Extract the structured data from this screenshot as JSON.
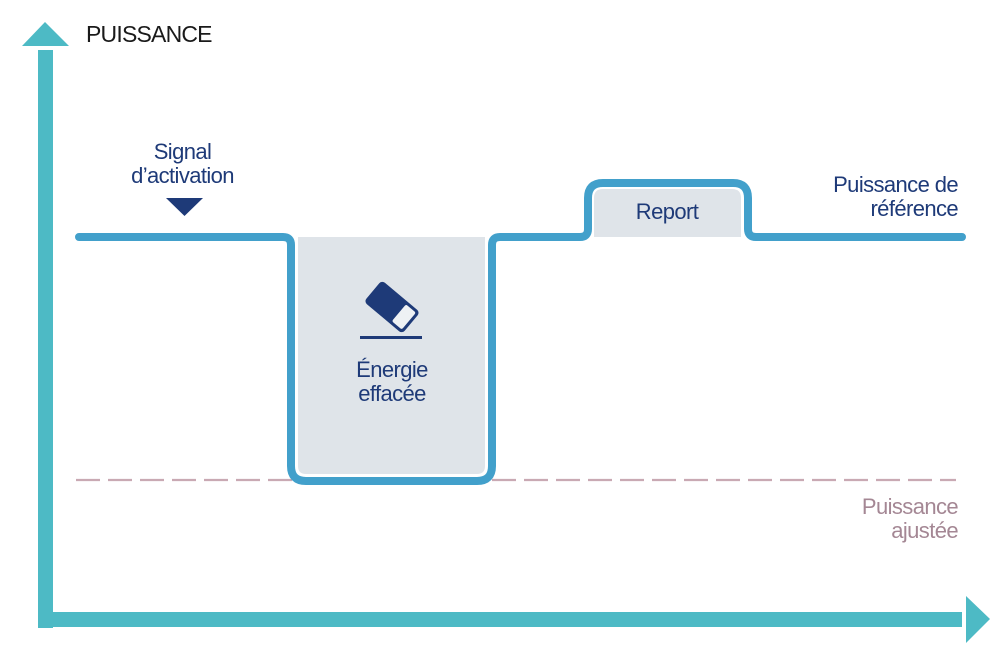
{
  "diagram": {
    "y_axis_label": "PUISSANCE",
    "signal_label_line1": "Signal",
    "signal_label_line2": "d’activation",
    "reference_label_line1": "Puissance de",
    "reference_label_line2": "référence",
    "adjusted_label_line1": "Puissance",
    "adjusted_label_line2": "ajustée",
    "report_label": "Report",
    "erased_energy_line1": "Énergie",
    "erased_energy_line2": "effacée",
    "icons": {
      "signal_marker": "triangle-down",
      "erased_energy": "eraser-icon"
    },
    "colors": {
      "axis": "#4dbac5",
      "power_line": "#42a0cb",
      "area_fill": "#dfe4e9",
      "text_dark": "#1e3a78",
      "adjusted_line": "#c9a9b3",
      "adjusted_text": "#a48794"
    }
  }
}
